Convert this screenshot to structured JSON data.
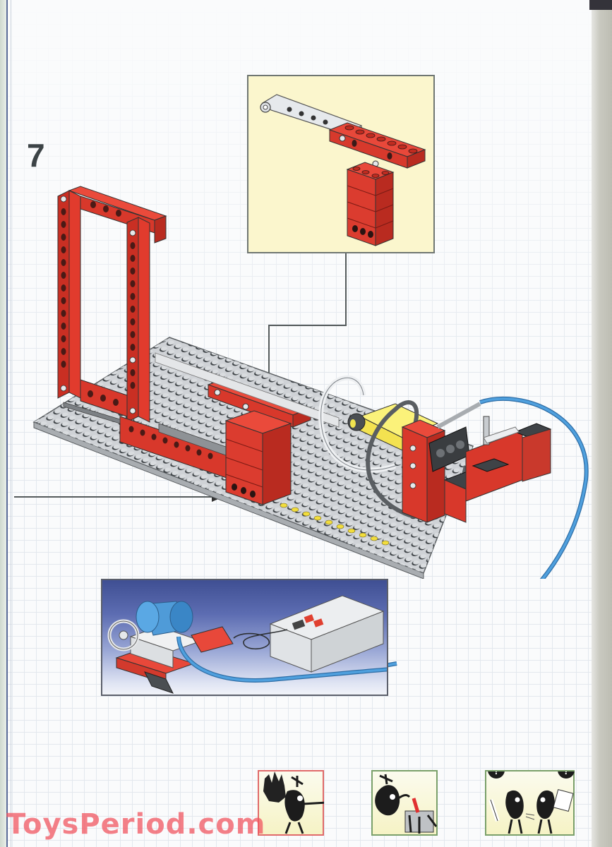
{
  "page": {
    "type": "building-instructions",
    "step_number": "7",
    "colors": {
      "brick_red": "#e2372a",
      "baseplate_gray": "#cfd2d6",
      "stud_dark": "#3e4347",
      "callout_bg": "#fbf6cd",
      "hose_blue": "#4b97d6",
      "panel_blue_top": "#3f4f93",
      "yellow_cylinder": "#f3ea5c"
    }
  },
  "callout": {
    "label": "sub-assembly-detail",
    "parts": [
      "gray-liftarm",
      "red-technic-bricks",
      "red-2x4-brick-stack"
    ]
  },
  "main_model": {
    "parts": [
      "red-technic-frame",
      "gray-baseplate",
      "red-slider-block",
      "yellow-pneumatic-cylinder",
      "pneumatic-switch",
      "gray-tubes",
      "blue-hose"
    ]
  },
  "power_panel": {
    "parts": [
      "blue-air-tank",
      "compressor-flywheel",
      "battery-box",
      "cable"
    ]
  },
  "footer_icons": [
    {
      "name": "stop-hand-icon",
      "meaning": "stop"
    },
    {
      "name": "build-test-icon",
      "meaning": "test"
    },
    {
      "name": "discuss-icon",
      "meaning": "discuss",
      "bubbles": [
        "!",
        "?"
      ]
    }
  ],
  "watermark": {
    "text": "ToysPeriod.com"
  }
}
